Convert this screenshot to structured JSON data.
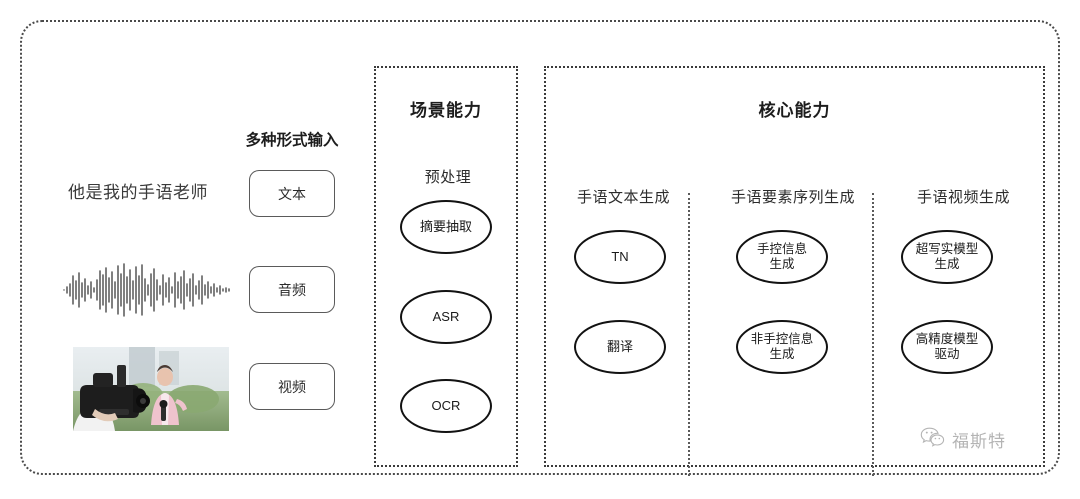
{
  "diagram": {
    "input_panel": {
      "heading": "多种形式输入",
      "sample_sentence": "他是我的手语老师",
      "buttons": [
        {
          "name": "text",
          "label": "文本"
        },
        {
          "name": "audio",
          "label": "音频"
        },
        {
          "name": "video",
          "label": "视频"
        }
      ],
      "waveform_icon": "audio-waveform",
      "video_thumbnail_alt": "camera-operator-filming-reporter"
    },
    "scenario_section": {
      "title": "场景能力",
      "column_label": "预处理",
      "nodes": [
        {
          "label": "摘要抽取"
        },
        {
          "label": "ASR"
        },
        {
          "label": "OCR"
        }
      ]
    },
    "core_section": {
      "title": "核心能力",
      "columns": [
        {
          "label": "手语文本生成",
          "nodes": [
            {
              "label": "TN"
            },
            {
              "label": "翻译"
            }
          ]
        },
        {
          "label": "手语要素序列生成",
          "nodes": [
            {
              "label": "手控信息\n生成"
            },
            {
              "label": "非手控信息\n生成"
            }
          ]
        },
        {
          "label": "手语视频生成",
          "nodes": [
            {
              "label": "超写实模型\n生成"
            },
            {
              "label": "高精度模型\n驱动"
            }
          ]
        }
      ]
    },
    "watermark": {
      "icon": "wechat-icon",
      "text": "福斯特"
    },
    "colors": {
      "border_dotted": "#3a3a3a",
      "node_outline": "#121212",
      "text": "#2b2b2b",
      "background": "#ffffff"
    }
  }
}
